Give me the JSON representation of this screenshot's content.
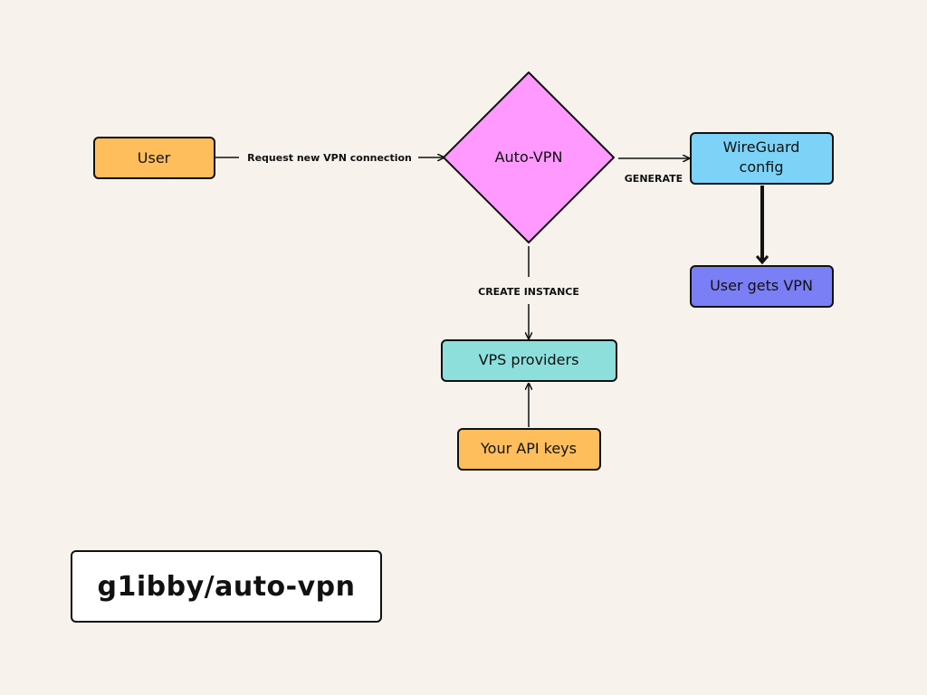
{
  "nodes": {
    "user": {
      "label": "User",
      "color": "#ffbe5c"
    },
    "auto_vpn": {
      "label": "Auto-VPN",
      "color": "#ff99ff"
    },
    "wireguard_config": {
      "line1": "WireGuard",
      "line2": "config",
      "color": "#7dd3f7"
    },
    "user_gets_vpn": {
      "label": "User gets VPN",
      "color": "#7b7ff5"
    },
    "vps_providers": {
      "label": "VPS providers",
      "color": "#8ddfdb"
    },
    "api_keys": {
      "label": "Your API keys",
      "color": "#ffbe5c"
    }
  },
  "edges": {
    "request": "Request new VPN connection",
    "generate": "GENERATE",
    "create_instance": "CREATE INSTANCE"
  },
  "repo": {
    "label": "g1ibby/auto-vpn"
  }
}
